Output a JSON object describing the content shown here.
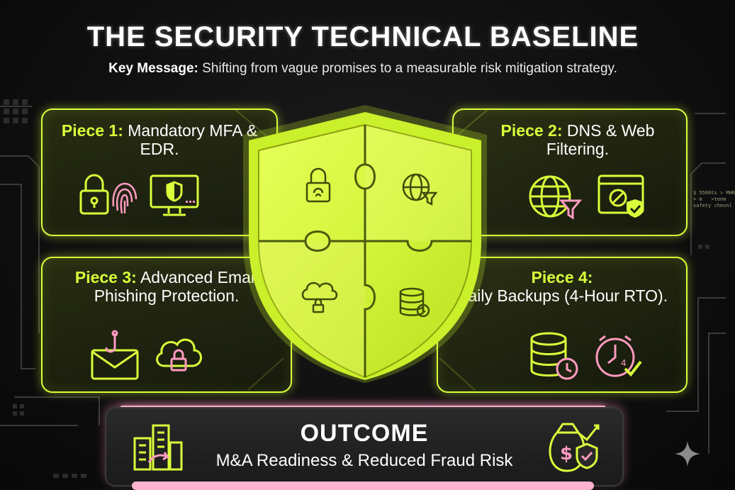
{
  "header": {
    "title": "THE SECURITY TECHNICAL BASELINE",
    "subtitle_label": "Key Message:",
    "subtitle_text": "Shifting from vague promises to a measurable risk mitigation strategy."
  },
  "pieces": [
    {
      "label": "Piece 1:",
      "text": "Mandatory MFA & EDR.",
      "icons": [
        "padlock-icon",
        "fingerprint-icon",
        "monitor-shield-icon"
      ]
    },
    {
      "label": "Piece 2:",
      "text": "DNS & Web Filtering.",
      "icons": [
        "globe-filter-icon",
        "browser-blocked-icon"
      ]
    },
    {
      "label": "Piece 3:",
      "text": "Advanced Email Phishing Protection.",
      "icons": [
        "email-hook-icon",
        "cloud-lock-icon"
      ]
    },
    {
      "label": "Piece 4:",
      "text": "Daily Backups (4-Hour RTO).",
      "icons": [
        "database-clock-icon",
        "clock-check-icon"
      ]
    }
  ],
  "outcome": {
    "title": "OUTCOME",
    "text": "M&A Readiness & Reduced Fraud Risk",
    "icons": [
      "buildings-icon",
      "money-bag-shield-icon"
    ]
  },
  "terminal_text": "$ 5500ts > MHR\n> m   >tenm\nsafety cheonl",
  "colors": {
    "accent": "#d9ff3a",
    "pink": "#ffb3cf",
    "background": "#0d0d0d"
  }
}
